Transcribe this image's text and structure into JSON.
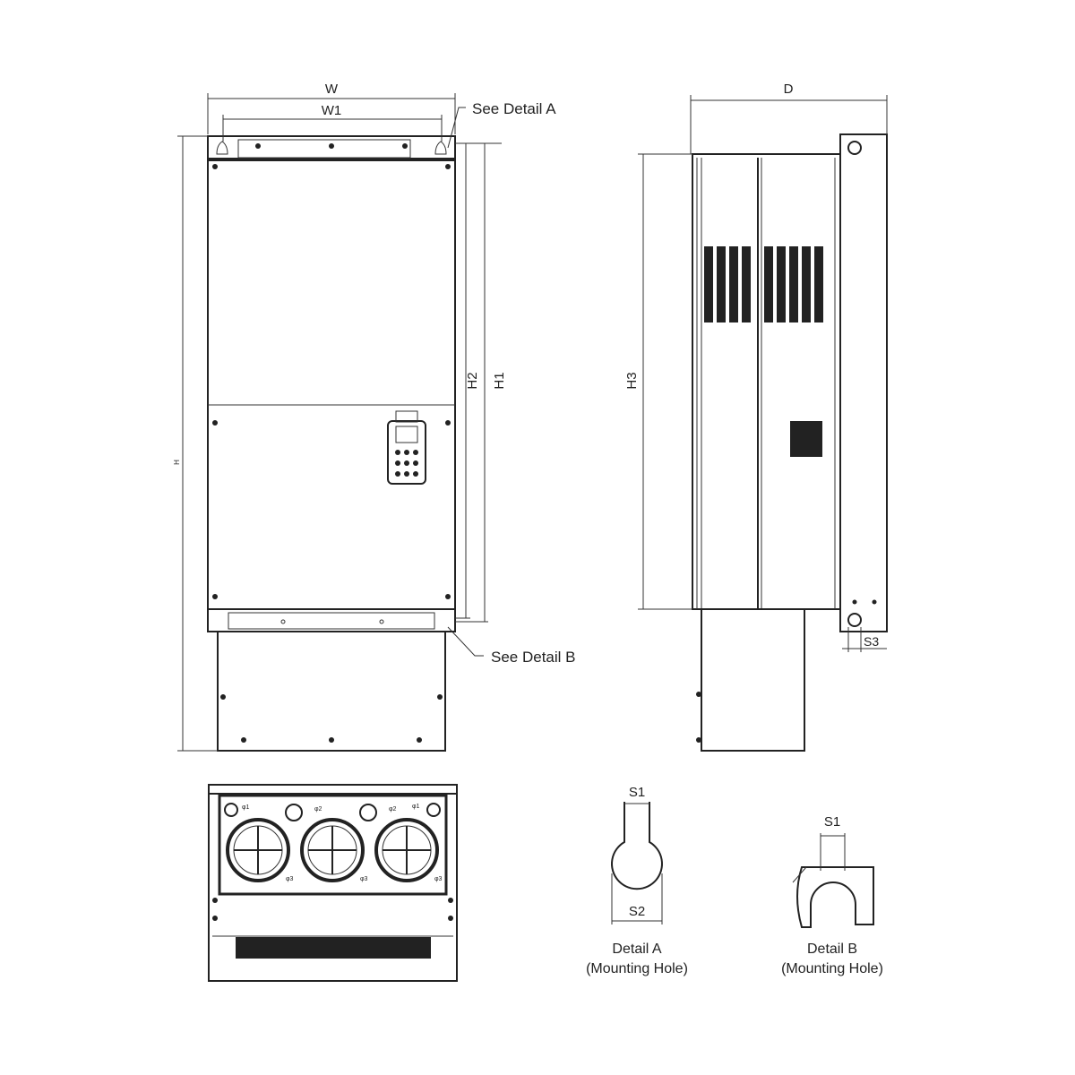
{
  "front_view": {
    "dim_w": "W",
    "dim_w1": "W1",
    "dim_h": "H",
    "dim_h1": "H1",
    "dim_h2": "H2",
    "callout_a": "See Detail A",
    "callout_b": "See Detail B"
  },
  "side_view": {
    "dim_d": "D",
    "dim_h3": "H3",
    "dim_s3": "S3"
  },
  "bottom_view": {
    "hole_labels": [
      "φ1",
      "φ2",
      "φ3",
      "φ3",
      "φ3",
      "φ2",
      "φ1"
    ]
  },
  "detail_a": {
    "dim_s1": "S1",
    "dim_s2": "S2",
    "title": "Detail A",
    "subtitle": "(Mounting Hole)"
  },
  "detail_b": {
    "dim_s1": "S1",
    "title": "Detail B",
    "subtitle": "(Mounting Hole)"
  }
}
